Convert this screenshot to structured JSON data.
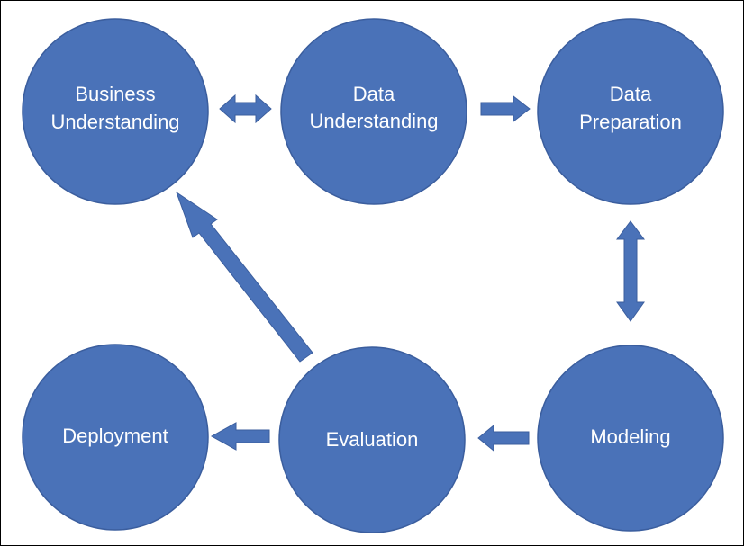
{
  "diagram": {
    "colors": {
      "node_fill": "#4A72B8",
      "node_stroke": "#3B5E9E",
      "arrow_fill": "#4A72B8",
      "arrow_stroke": "#3B5E9E",
      "label": "#FFFFFF"
    },
    "nodes": {
      "business_understanding": {
        "line1": "Business",
        "line2": "Understanding"
      },
      "data_understanding": {
        "line1": "Data",
        "line2": "Understanding"
      },
      "data_preparation": {
        "line1": "Data",
        "line2": "Preparation"
      },
      "modeling": {
        "label": "Modeling"
      },
      "evaluation": {
        "label": "Evaluation"
      },
      "deployment": {
        "label": "Deployment"
      }
    },
    "edges": [
      {
        "from": "Business Understanding",
        "to": "Data Understanding",
        "direction": "both"
      },
      {
        "from": "Data Understanding",
        "to": "Data Preparation",
        "direction": "forward"
      },
      {
        "from": "Data Preparation",
        "to": "Modeling",
        "direction": "both"
      },
      {
        "from": "Modeling",
        "to": "Evaluation",
        "direction": "forward"
      },
      {
        "from": "Evaluation",
        "to": "Deployment",
        "direction": "forward"
      },
      {
        "from": "Evaluation",
        "to": "Business Understanding",
        "direction": "forward"
      }
    ]
  }
}
